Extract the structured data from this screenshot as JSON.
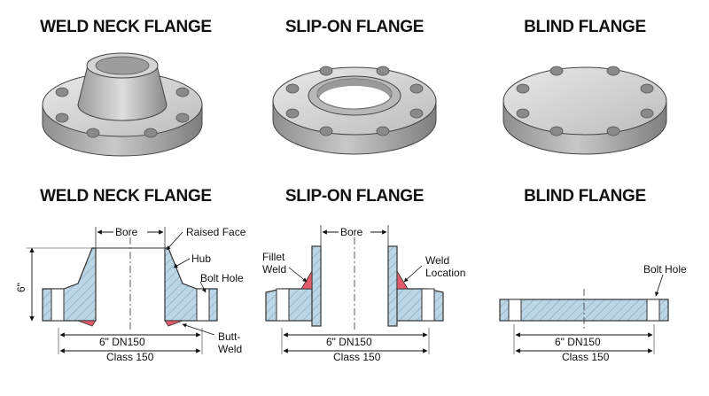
{
  "titles": {
    "weld_neck_top": "WELD NECK FLANGE",
    "slip_on_top": "SLIP-ON FLANGE",
    "blind_top": "BLIND FLANGE",
    "weld_neck_bottom": "WELD NECK FLANGE",
    "slip_on_bottom": "SLIP-ON FLANGE",
    "blind_bottom": "BLIND FLANGE"
  },
  "weld_neck": {
    "bore": "Bore",
    "raised_face": "Raised Face",
    "hub": "Hub",
    "bolt_hole": "Bolt Hole",
    "butt_weld_1": "Butt-",
    "butt_weld_2": "Weld",
    "height": "6\"",
    "size": "6\"  DN150",
    "class": "Class 150"
  },
  "slip_on": {
    "bore": "Bore",
    "fillet_weld_1": "Fillet",
    "fillet_weld_2": "Weld",
    "weld_location_1": "Weld",
    "weld_location_2": "Location",
    "size": "6\"  DN150",
    "class": "Class 150"
  },
  "blind": {
    "bolt_hole": "Bolt Hole",
    "size": "6\"  DN150",
    "class": "Class 150"
  },
  "colors": {
    "metal_light": "#d9d9d9",
    "metal_dark": "#8c8c8c",
    "section_fill": "#bcd6e6",
    "weld_fill": "#e05a6a",
    "outline": "#333333"
  }
}
